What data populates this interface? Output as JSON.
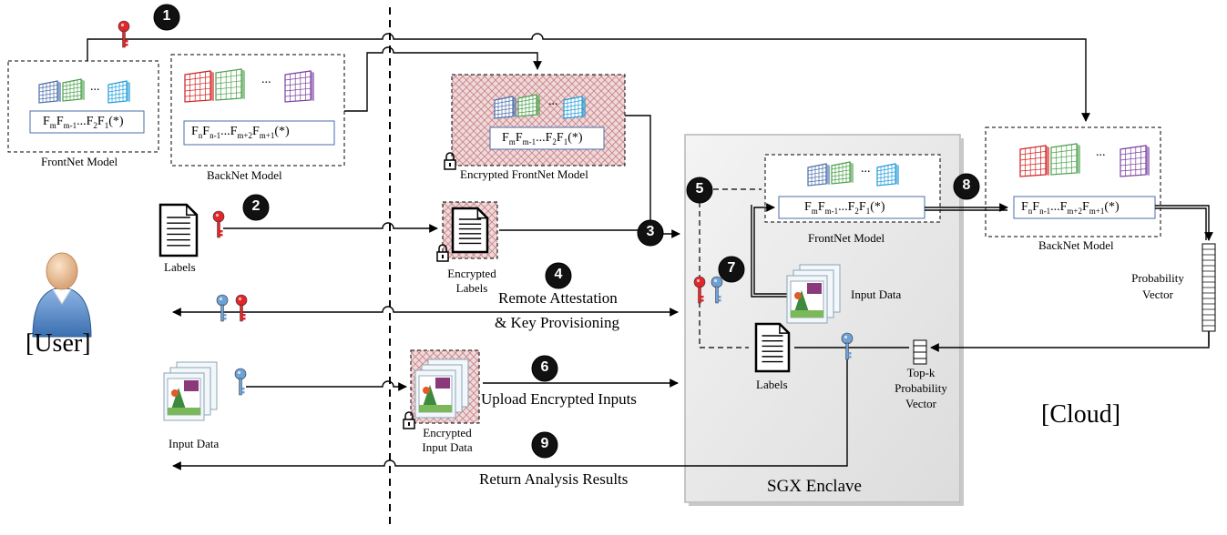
{
  "user": {
    "label": "[User]"
  },
  "cloud": {
    "label": "[Cloud]"
  },
  "enclave": {
    "label": "SGX Enclave"
  },
  "steps": [
    "1",
    "2",
    "3",
    "4",
    "5",
    "6",
    "7",
    "8",
    "9"
  ],
  "client": {
    "frontnet_label": "FrontNet Model",
    "backnet_label": "BackNet Model",
    "labels_label": "Labels",
    "input_data_label": "Input Data",
    "ellipsis": "..."
  },
  "encrypted": {
    "frontnet_label": "Encrypted FrontNet Model",
    "labels_line1": "Encrypted",
    "labels_line2": "Labels",
    "input_line1": "Encrypted",
    "input_line2": "Input Data"
  },
  "cloud_side": {
    "frontnet_label": "FrontNet Model",
    "backnet_label": "BackNet Model",
    "input_data_label": "Input Data",
    "labels_label": "Labels",
    "prob_vector_line1": "Probability",
    "prob_vector_line2": "Vector",
    "topk_line1": "Top-k",
    "topk_line2": "Probability",
    "topk_line3": "Vector"
  },
  "messages": {
    "attestation_line1": "Remote Attestation",
    "attestation_line2": "& Key Provisioning",
    "upload": "Upload Encrypted Inputs",
    "return": "Return Analysis Results"
  },
  "colors": {
    "key_red": "#e3262a",
    "key_blue": "#6ea1d6",
    "hatch": "#d9a3a6",
    "enclave_fill": "#ededed",
    "layer_blue": "#4a6ea8",
    "layer_green": "#4aa04a",
    "layer_cyan": "#1e9bd7",
    "layer_red": "#d02020",
    "layer_purple": "#7a3fa0"
  }
}
